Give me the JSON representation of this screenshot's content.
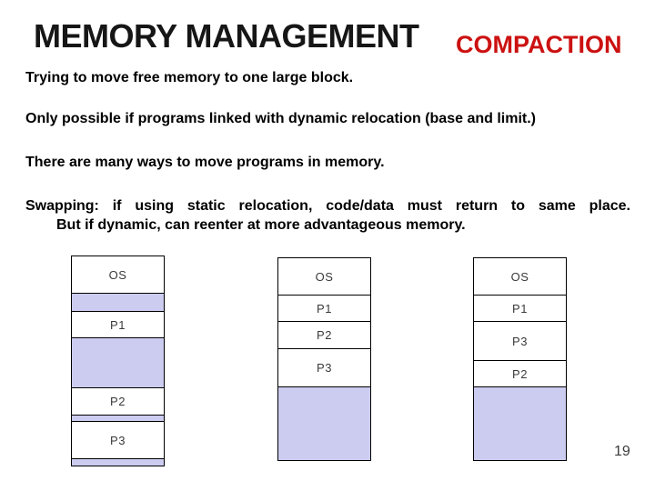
{
  "slide": {
    "title": "MEMORY MANAGEMENT",
    "subtitle": "COMPACTION",
    "page_number": "19",
    "colors": {
      "subtitle_red": "#cc1111",
      "free_memory_fill": "#ccccf0",
      "block_fill": "#ffffff",
      "body_text": "#000000"
    },
    "body_lines": {
      "line1": "Trying to move free memory to one large block.",
      "line2": "Only possible if programs linked with dynamic relocation (base and limit.)",
      "line3": "There are many ways to move programs in memory.",
      "line4": "Swapping: if using static relocation, code/data must return to same place.",
      "line5": "But if dynamic, can reenter at more advantageous memory."
    },
    "diagram": {
      "columns": [
        {
          "name": "memory-before-compaction",
          "blocks": [
            "OS",
            "P1",
            "P2",
            "P3"
          ]
        },
        {
          "name": "memory-compacted",
          "blocks": [
            "OS",
            "P1",
            "P2",
            "P3"
          ]
        },
        {
          "name": "memory-compacted-alt",
          "blocks": [
            "OS",
            "P1",
            "P3",
            "P2"
          ]
        }
      ]
    }
  }
}
